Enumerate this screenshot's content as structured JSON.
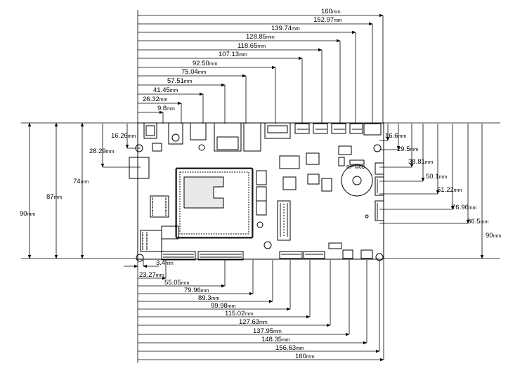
{
  "unit_suffix": "mm",
  "board": {
    "label": "RP-M6B"
  },
  "dims_top": [
    "160",
    "152.97",
    "139.74",
    "128.85",
    "118.65",
    "107.13",
    "92.50",
    "75.04",
    "57.51",
    "41.45",
    "26.32",
    "9.8"
  ],
  "dims_left": [
    "16.26",
    "28.29",
    "74",
    "87",
    "90"
  ],
  "dims_right": [
    "16.6",
    "29.5",
    "38.81",
    "50.1",
    "61.22",
    "76.96",
    "86.5",
    "90"
  ],
  "dims_bottom": [
    "3.4",
    "23.27",
    "55.05",
    "79.96",
    "89.3",
    "99.98",
    "115.02",
    "127.63",
    "137.95",
    "148.35",
    "156.63",
    "160"
  ]
}
